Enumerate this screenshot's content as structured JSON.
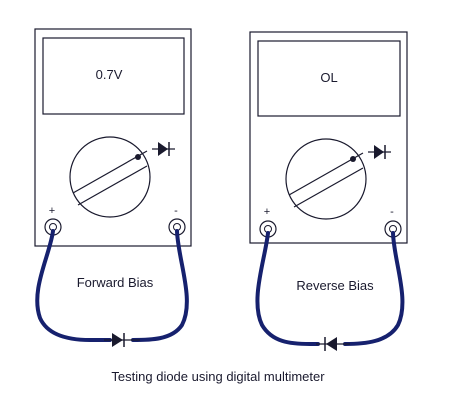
{
  "left_meter": {
    "display_value": "0.7V",
    "positive_label": "+",
    "negative_label": "-",
    "bias_label": "Forward Bias"
  },
  "right_meter": {
    "display_value": "OL",
    "positive_label": "+",
    "negative_label": "-",
    "bias_label": "Reverse Bias"
  },
  "caption": "Testing diode using digital multimeter",
  "colors": {
    "outline": "#1a1a2e",
    "lead": "#16216e",
    "background": "#ffffff"
  },
  "icons": {
    "dial_symbol": "diode-symbol-icon",
    "probe_component": "diode-icon"
  }
}
